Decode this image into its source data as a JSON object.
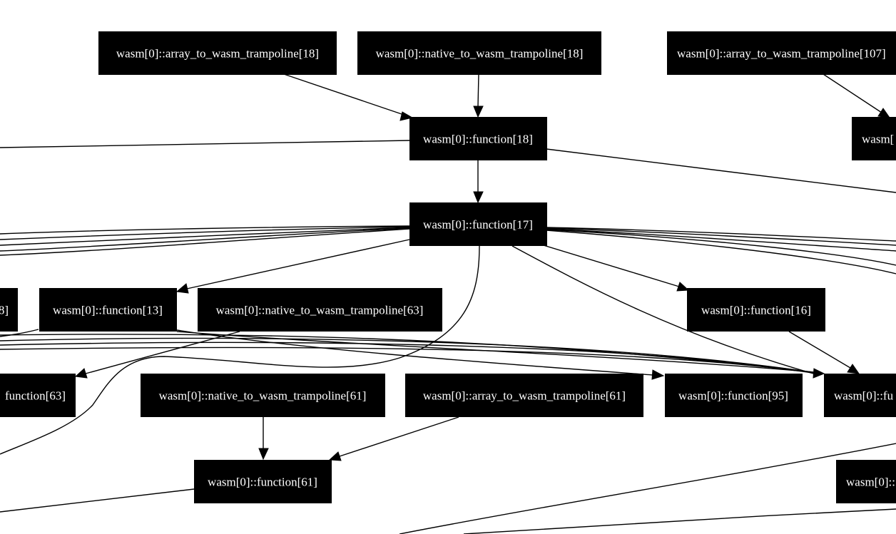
{
  "colors": {
    "node_fill": "#000000",
    "node_text": "#ffffff",
    "edge": "#000000",
    "background": "#ffffff"
  },
  "nodes": {
    "a2w_18": "wasm[0]::array_to_wasm_trampoline[18]",
    "n2w_18": "wasm[0]::native_to_wasm_trampoline[18]",
    "a2w_107": "wasm[0]::array_to_wasm_trampoline[107]",
    "fn107_partial": "wasm[",
    "fn18": "wasm[0]::function[18]",
    "fn17": "wasm[0]::function[17]",
    "left_partial": "8]",
    "fn13": "wasm[0]::function[13]",
    "n2w_63": "wasm[0]::native_to_wasm_trampoline[63]",
    "fn16": "wasm[0]::function[16]",
    "fn63_partial": "function[63]",
    "n2w_61": "wasm[0]::native_to_wasm_trampoline[61]",
    "a2w_61": "wasm[0]::array_to_wasm_trampoline[61]",
    "fn95": "wasm[0]::function[95]",
    "right_partial": "wasm[0]::fu",
    "fn61": "wasm[0]::function[61]",
    "bottom_right_partial": "wasm[0]::"
  }
}
